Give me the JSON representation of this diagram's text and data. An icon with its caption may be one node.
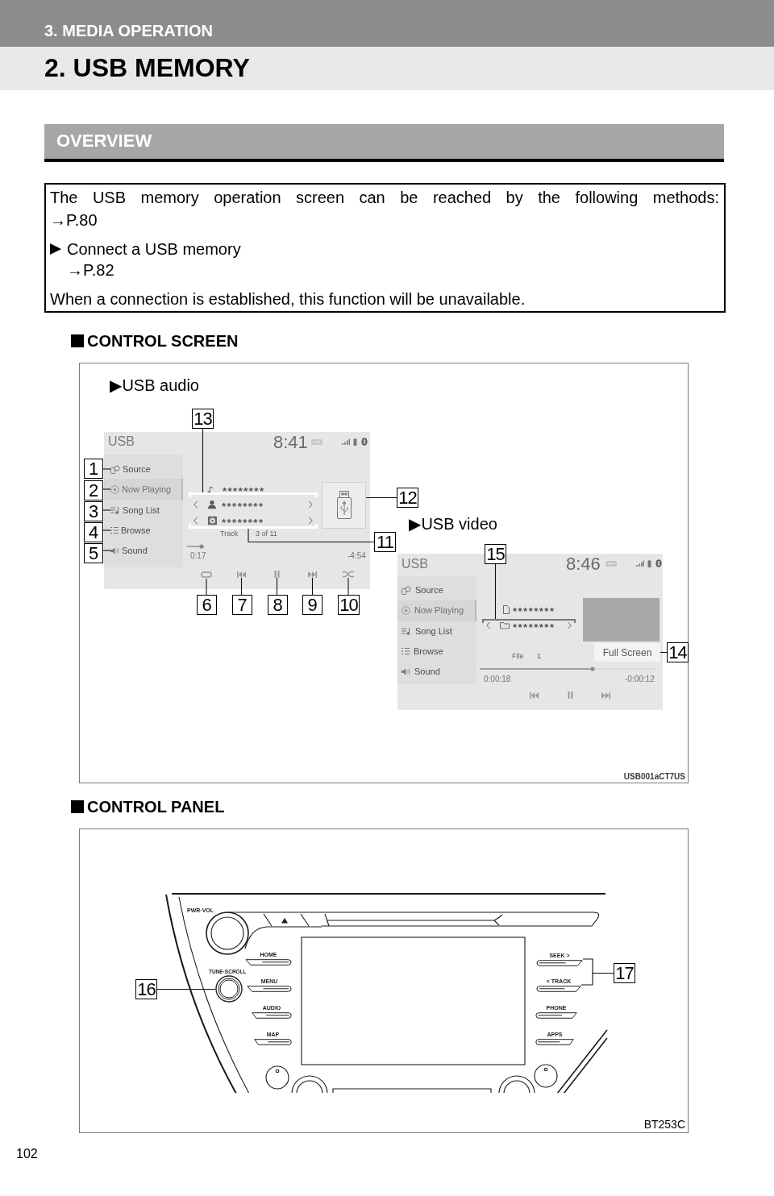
{
  "diagram": {
    "title": "2. USB MEMORY",
    "nodes": [
      {
        "text": [
          "The USB memory operation screen can be reached by the following methods: →P.80",
          "Connect a USB memory →P.82",
          "When a connection is established, this function will be unavailable."
        ]
      },
      {
        "text": [
          "▶USB audio",
          "▶USB video",
          "USB001aCT7US"
        ]
      },
      {
        "text": [
          "USB",
          "8:41",
          "********",
          "Track",
          "3 of 11",
          "0:17",
          "-4:54"
        ],
        "in": 1
      },
      {
        "text": [
          "Source"
        ],
        "in": 2
      },
      {
        "text": [
          "Now Playing"
        ],
        "in": 2
      },
      {
        "text": [
          "Song List"
        ],
        "in": 2
      },
      {
        "text": [
          "Browse"
        ],
        "in": 2
      },
      {
        "text": [
          "Sound"
        ],
        "in": 2
      },
      {
        "text": [
          "********",
          "********"
        ],
        "in": 2
      },
      {
        "text": [],
        "shape": "picture",
        "in": 2
      },
      {
        "text": [],
        "shape": "picture",
        "in": 2
      },
      {
        "text": [],
        "shape": "picture",
        "in": 2
      },
      {
        "text": [],
        "shape": "picture",
        "in": 2
      },
      {
        "text": [],
        "shape": "picture",
        "in": 2
      },
      {
        "text": [],
        "shape": "picture",
        "in": 2
      },
      {
        "text": [
          "USB",
          "8:46",
          "Source",
          "Now Playing",
          "Song List",
          "Browse",
          "Sound",
          "********",
          "File",
          "1",
          "0:00:18",
          "-0:00:12"
        ],
        "in": 1
      },
      {
        "text": [
          "********"
        ],
        "in": 15
      },
      {
        "text": [
          "Full Screen"
        ],
        "in": 15
      },
      {
        "text": [
          "1"
        ],
        "in": 1
      },
      {
        "text": [
          "2"
        ],
        "in": 1
      },
      {
        "text": [
          "3"
        ],
        "in": 1
      },
      {
        "text": [
          "4"
        ],
        "in": 1
      },
      {
        "text": [
          "5"
        ],
        "in": 1
      },
      {
        "text": [
          "6"
        ],
        "in": 1
      },
      {
        "text": [
          "7"
        ],
        "in": 1
      },
      {
        "text": [
          "8"
        ],
        "in": 1
      },
      {
        "text": [
          "9"
        ],
        "in": 1
      },
      {
        "text": [
          "10"
        ],
        "in": 1
      },
      {
        "text": [
          "11"
        ],
        "in": 1
      },
      {
        "text": [
          "12"
        ],
        "in": 1
      },
      {
        "text": [
          "13"
        ],
        "in": 1
      },
      {
        "text": [
          "14"
        ],
        "in": 1
      },
      {
        "text": [
          "15"
        ],
        "in": 1
      },
      {
        "text": [
          "BT253C"
        ]
      },
      {
        "text": [
          "HOME"
        ],
        "in": 33
      },
      {
        "text": [],
        "shape": "circle",
        "in": 33
      },
      {
        "text": [
          "MENU"
        ],
        "in": 33
      },
      {
        "text": [
          "AUDIO"
        ],
        "in": 33
      },
      {
        "text": [
          "MAP"
        ],
        "in": 33
      },
      {
        "text": [
          "SEEK >"
        ],
        "in": 33
      },
      {
        "text": [
          "< TRACK"
        ],
        "in": 33
      },
      {
        "text": [
          "PHONE"
        ],
        "in": 33
      },
      {
        "text": [
          "APPS"
        ],
        "in": 33
      },
      {
        "text": [
          "16"
        ],
        "in": 33
      },
      {
        "text": [
          "17"
        ],
        "in": 33
      }
    ],
    "edges": [
      {
        "from": 18,
        "to": 3,
        "arrow": "none"
      },
      {
        "from": 19,
        "to": 4,
        "arrow": "none"
      },
      {
        "from": 20,
        "to": 5,
        "arrow": "none"
      },
      {
        "from": 21,
        "to": 6,
        "arrow": "none"
      },
      {
        "from": 22,
        "to": 7,
        "arrow": "none"
      },
      {
        "from": 23,
        "to": 10,
        "arrow": "none"
      },
      {
        "from": 24,
        "to": 11,
        "arrow": "none"
      },
      {
        "from": 25,
        "to": 12,
        "arrow": "none"
      },
      {
        "from": 26,
        "to": 13,
        "arrow": "none"
      },
      {
        "from": 27,
        "to": 14,
        "arrow": "none"
      },
      {
        "from": 28,
        "to": 8,
        "arrow": "none"
      },
      {
        "from": 29,
        "to": 9,
        "arrow": "none"
      },
      {
        "from": 30,
        "to": 8,
        "arrow": "none"
      },
      {
        "from": 31,
        "to": 17,
        "arrow": "none"
      },
      {
        "from": 32,
        "to": 16,
        "arrow": "none"
      },
      {
        "from": 43,
        "to": 35,
        "arrow": "none"
      },
      {
        "from": 44,
        "to": 39,
        "arrow": "none"
      },
      {
        "from": 44,
        "to": 40,
        "arrow": "none"
      }
    ],
    "labels": [
      "3. MEDIA OPERATION",
      "OVERVIEW",
      "CONTROL SCREEN",
      "CONTROL PANEL",
      "PWR·VOL",
      "TUNE·SCROLL",
      "102"
    ]
  }
}
